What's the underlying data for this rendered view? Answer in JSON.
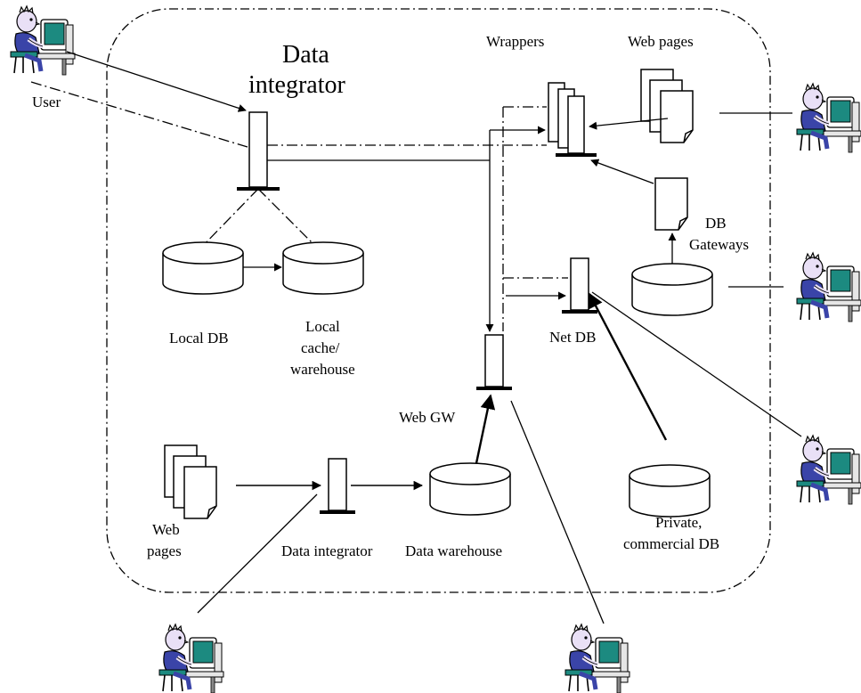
{
  "labels": {
    "user": "User",
    "data_integrator_main_line1": "Data",
    "data_integrator_main_line2": "integrator",
    "wrappers": "Wrappers",
    "web_pages_top": "Web pages",
    "db_gateways_line1": "DB",
    "db_gateways_line2": "Gateways",
    "local_db": "Local DB",
    "local_cache_line1": "Local",
    "local_cache_line2": "cache/",
    "local_cache_line3": "warehouse",
    "net_db": "Net DB",
    "web_gw": "Web GW",
    "web_pages_bottom_line1": "Web",
    "web_pages_bottom_line2": "pages",
    "data_integrator_bottom": "Data integrator",
    "data_warehouse": "Data warehouse",
    "private_db_line1": "Private,",
    "private_db_line2": "commercial DB"
  },
  "colors": {
    "stroke": "#000000",
    "monitor_screen": "#1c8a80",
    "person_body": "#3a44a8",
    "person_skin": "#e9e0f6"
  },
  "icons": [
    "user-at-computer-icon",
    "database-cylinder-icon",
    "document-stack-icon",
    "document-icon",
    "component-bar-icon"
  ]
}
